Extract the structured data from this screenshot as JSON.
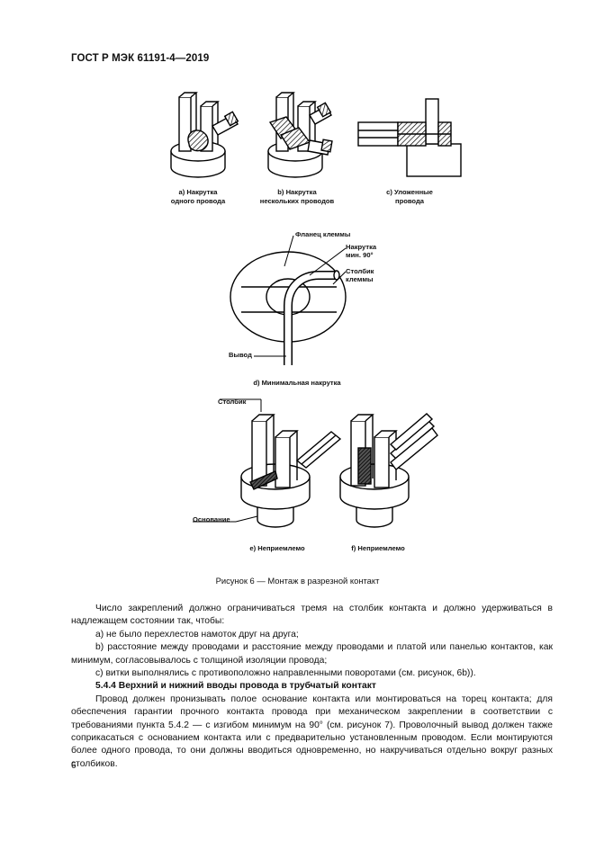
{
  "header": {
    "standard": "ГОСТ Р МЭК 61191-4—2019"
  },
  "figure": {
    "captions": {
      "a": [
        "a) Накрутка",
        "одного провода"
      ],
      "b": [
        "b) Накрутка",
        "нескольких проводов"
      ],
      "c": [
        "c) Уложенные",
        "провода"
      ],
      "d": "d) Минимальная накрутка",
      "e": "e) Неприемлемо",
      "f": "f) Неприемлемо"
    },
    "labels_d": {
      "flange": "Фланец клеммы",
      "wrap": [
        "Накрутка",
        "мин. 90°"
      ],
      "post": [
        "Столбик",
        "клеммы"
      ],
      "lead": "Вывод"
    },
    "labels_ef": {
      "post": "Столбик",
      "base": "Основание"
    },
    "title": "Рисунок 6 — Монтаж в разрезной контакт"
  },
  "body": {
    "p1": "Число закреплений должно ограничиваться тремя на столбик контакта и должно удерживаться в надлежащем состоянии так, чтобы:",
    "la": "a) не было перехлестов намоток друг на друга;",
    "lb": "b) расстояние между проводами и расстояние между проводами и платой или панелью контактов, как минимум, согласовывалось с толщиной изоляции провода;",
    "lc": "c) витки выполнялись с противоположно направленными поворотами (см. рисунок, 6b)).",
    "heading": "5.4.4 Верхний и нижний вводы провода в трубчатый контакт",
    "p2": "Провод должен пронизывать полое основание контакта или монтироваться на торец контакта; для обеспечения гарантии прочного контакта провода при механическом закреплении в соответствии с требованиями пункта 5.4.2 — с изгибом минимум на 90° (см. рисунок 7). Проволочный вывод должен также соприкасаться с основанием контакта или с предварительно установленным проводом. Если монтируются более одного провода, то они должны вводиться одновременно, но накручиваться отдельно вокруг разных столбиков."
  },
  "page_number": "6"
}
